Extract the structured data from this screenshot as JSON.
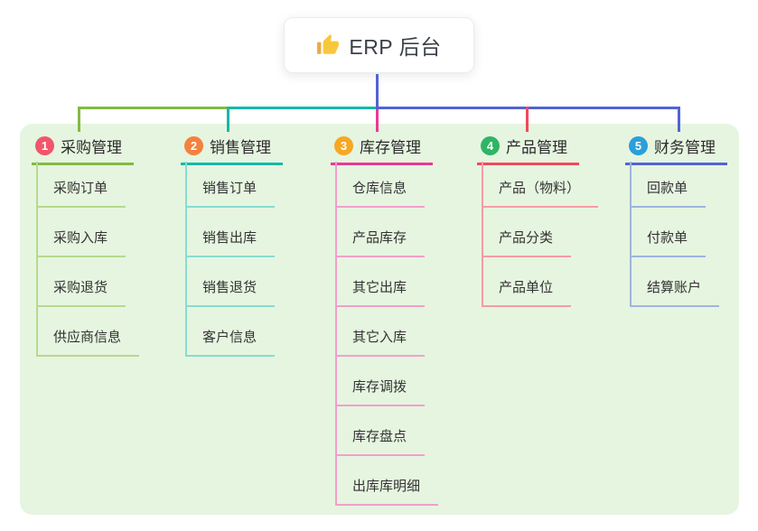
{
  "root": {
    "title": "ERP 后台",
    "icon": "thumbs-up-icon"
  },
  "canvas": {
    "background": "#ffffff",
    "panel_color": "#e6f5e0",
    "root_line_color": "#5164d2",
    "root_card_color": "#ffffff",
    "root_text_color": "#3b4048",
    "node_text_color": "#333333",
    "thumb_color": "#f8c73c",
    "thumb_cuff_color": "#eda940"
  },
  "branches": [
    {
      "badge": "1",
      "label": "采购管理",
      "badge_color": "#f1566b",
      "line_color": "#83ba41",
      "child_line_color": "#b6da8e",
      "children": [
        "采购订单",
        "采购入库",
        "采购退货",
        "供应商信息"
      ]
    },
    {
      "badge": "2",
      "label": "销售管理",
      "badge_color": "#f5813e",
      "line_color": "#14b9a7",
      "child_line_color": "#87dcd1",
      "children": [
        "销售订单",
        "销售出库",
        "销售退货",
        "客户信息"
      ]
    },
    {
      "badge": "3",
      "label": "库存管理",
      "badge_color": "#f6a724",
      "line_color": "#e83a96",
      "child_line_color": "#f29fcb",
      "children": [
        "仓库信息",
        "产品库存",
        "其它出库",
        "其它入库",
        "库存调拨",
        "库存盘点",
        "出库库明细"
      ]
    },
    {
      "badge": "4",
      "label": "产品管理",
      "badge_color": "#2fb565",
      "line_color": "#f0495d",
      "child_line_color": "#f79ba5",
      "children": [
        "产品（物料）",
        "产品分类",
        "产品单位"
      ]
    },
    {
      "badge": "5",
      "label": "财务管理",
      "badge_color": "#2b9fd9",
      "line_color": "#5164d2",
      "child_line_color": "#9fb4de",
      "children": [
        "回款单",
        "付款单",
        "结算账户"
      ]
    }
  ]
}
